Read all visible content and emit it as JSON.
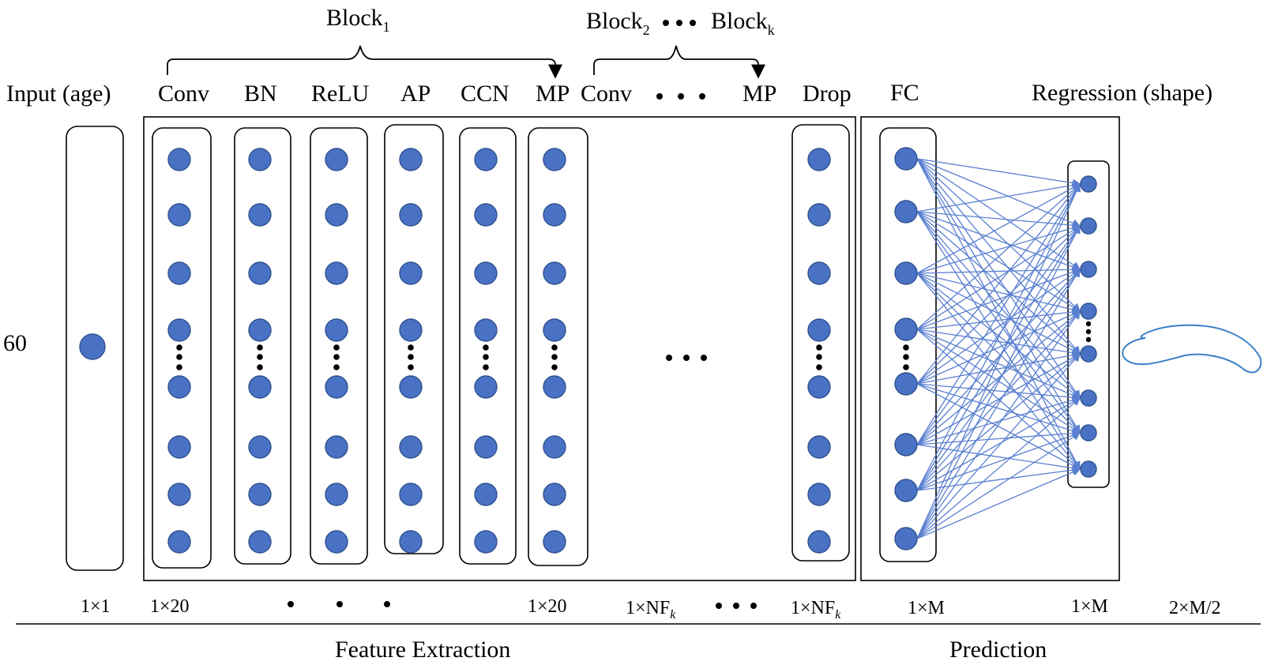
{
  "top_labels": {
    "block1": "Block",
    "block1_sub": "1",
    "block2": "Block",
    "block2_sub": "2",
    "blockk": "Block",
    "blockk_sub": "k",
    "input": "Input (age)",
    "conv": "Conv",
    "bn": "BN",
    "relu": "ReLU",
    "ap": "AP",
    "ccn": "CCN",
    "mp": "MP",
    "conv2": "Conv",
    "mp2": "MP",
    "drop": "Drop",
    "fc": "FC",
    "regression": "Regression (shape)"
  },
  "input_value": "60",
  "dims": {
    "d_input": "1×1",
    "d_conv": "1×20",
    "d_mp": "1×20",
    "d_nfk1": "1×NF",
    "d_nfk1_sub": "k",
    "d_nfk2": "1×NF",
    "d_nfk2_sub": "k",
    "d_fc": "1×M",
    "d_reg": "1×M",
    "d_shape": "2×M/2"
  },
  "sections": {
    "feature_extraction": "Feature Extraction",
    "prediction": "Prediction"
  },
  "colors": {
    "node_fill": "#4a72c4",
    "node_stroke": "#2f528f",
    "connection": "#5a7fd0",
    "shape_curve": "#3a80c8"
  }
}
